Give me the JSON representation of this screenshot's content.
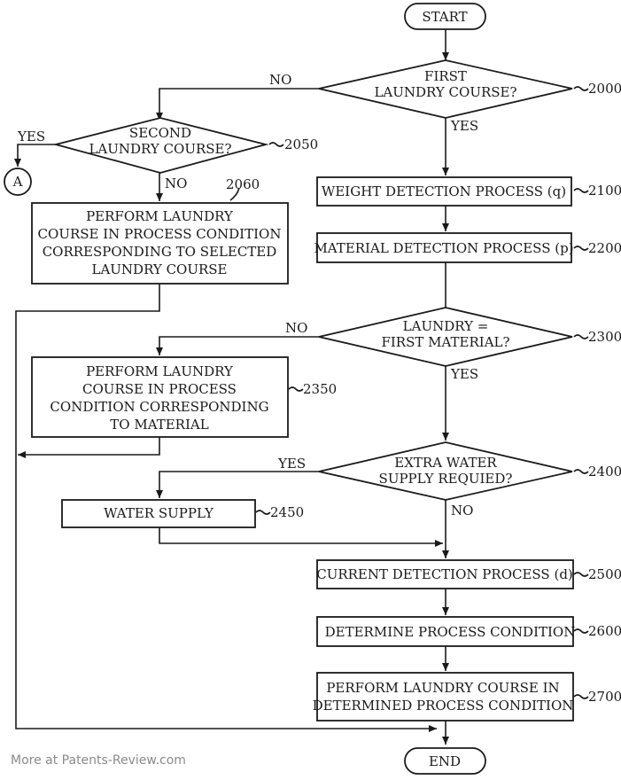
{
  "diagram": {
    "start": "START",
    "end": "END",
    "connector": "A",
    "decisions": {
      "first_course": {
        "lines": [
          "FIRST",
          "LAUNDRY COURSE?"
        ],
        "ref": "2000",
        "no": "NO",
        "yes": "YES"
      },
      "second_course": {
        "lines": [
          "SECOND",
          "LAUNDRY COURSE?"
        ],
        "ref": "2050",
        "yes": "YES",
        "no": "NO"
      },
      "first_material": {
        "lines": [
          "LAUNDRY =",
          "FIRST MATERIAL?"
        ],
        "ref": "2300",
        "no": "NO",
        "yes": "YES"
      },
      "extra_water": {
        "lines": [
          "EXTRA WATER",
          "SUPPLY REQUIED?"
        ],
        "ref": "2400",
        "yes": "YES",
        "no": "NO"
      }
    },
    "processes": {
      "selected_course": {
        "lines": [
          "PERFORM LAUNDRY",
          "COURSE IN PROCESS CONDITION",
          "CORRESPONDING TO SELECTED",
          "LAUNDRY COURSE"
        ],
        "ref": "2060"
      },
      "weight": {
        "lines": [
          "WEIGHT DETECTION PROCESS (q)"
        ],
        "ref": "2100"
      },
      "material": {
        "lines": [
          "MATERIAL DETECTION PROCESS (p)"
        ],
        "ref": "2200"
      },
      "material_course": {
        "lines": [
          "PERFORM LAUNDRY",
          "COURSE IN PROCESS",
          "CONDITION CORRESPONDING",
          "TO MATERIAL"
        ],
        "ref": "2350"
      },
      "water_supply": {
        "lines": [
          "WATER SUPPLY"
        ],
        "ref": "2450"
      },
      "current": {
        "lines": [
          "CURRENT DETECTION PROCESS (d)"
        ],
        "ref": "2500"
      },
      "determine": {
        "lines": [
          "DETERMINE PROCESS CONDITION"
        ],
        "ref": "2600"
      },
      "perform_final": {
        "lines": [
          "PERFORM LAUNDRY COURSE IN",
          "DETERMINED PROCESS CONDITION"
        ],
        "ref": "2700"
      }
    }
  },
  "footer": {
    "watermark": "More at Patents-Review.com"
  }
}
